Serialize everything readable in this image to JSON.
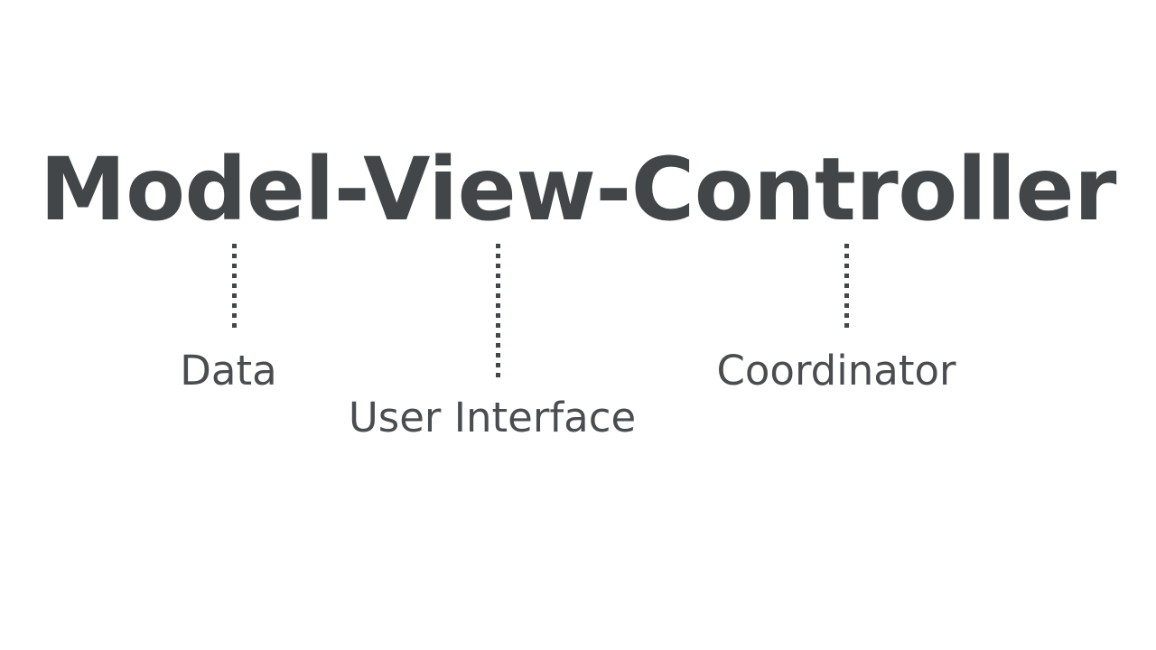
{
  "slide": {
    "background_color": "#ffffff",
    "title": "Model-View-Controller",
    "title_color": "#434649",
    "label_color": "#4a4d50",
    "connector_color": "#434649"
  },
  "annotations": [
    {
      "term": "Model",
      "label": "Data",
      "connector": "dotted-vertical-line"
    },
    {
      "term": "View",
      "label": "User Interface",
      "connector": "dotted-vertical-line"
    },
    {
      "term": "Controller",
      "label": "Coordinator",
      "connector": "dotted-vertical-line"
    }
  ]
}
